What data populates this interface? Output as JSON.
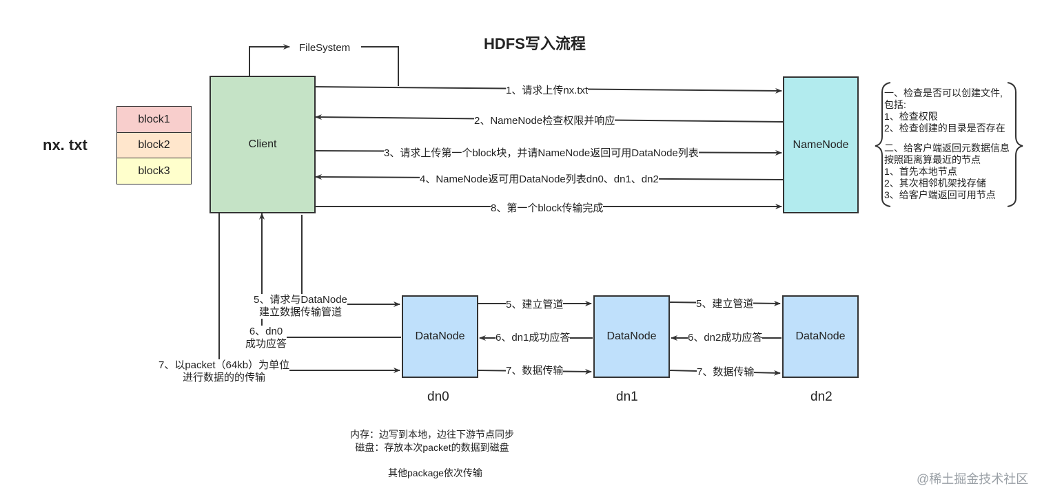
{
  "title": "HDFS写入流程",
  "file_label": "nx. txt",
  "blocks": [
    {
      "label": "block1",
      "color": "#f8cecc"
    },
    {
      "label": "block2",
      "color": "#ffe6cc"
    },
    {
      "label": "block3",
      "color": "#ffffcc"
    }
  ],
  "colors": {
    "client": "#c5e3c6",
    "namenode": "#b2ebee",
    "datanode": "#bfe0fb",
    "stroke": "#333333"
  },
  "client": {
    "label": "Client"
  },
  "namenode": {
    "label": "NameNode"
  },
  "filesystem_label": "FileSystem",
  "datanodes": [
    {
      "label": "DataNode",
      "name": "dn0"
    },
    {
      "label": "DataNode",
      "name": "dn1"
    },
    {
      "label": "DataNode",
      "name": "dn2"
    }
  ],
  "steps": {
    "s1": "1、请求上传nx.txt",
    "s2": "2、NameNode检查权限并响应",
    "s3": "3、请求上传第一个block块，并请NameNode返回可用DataNode列表",
    "s4": "4、NameNode返可用DataNode列表dn0、dn1、dn2",
    "s8": "8、第一个block传输完成",
    "s5_line1": "5、请求与DataNode",
    "s5_line2": "建立数据传输管道",
    "s6_line1": "6、dn0",
    "s6_line2": "成功应答",
    "s7_line1": "7、以packet（64kb）为单位",
    "s7_line2": "进行数据的的传输",
    "pipe1": "5、建立管道",
    "pipe2": "5、建立管道",
    "ack1": "6、dn1成功应答",
    "ack2": "6、dn2成功应答",
    "tx1": "7、数据传输",
    "tx2": "7、数据传输"
  },
  "namenode_notes": [
    "一、检查是否可以创建文件,",
    "包括:",
    "1、检查权限",
    "2、检查创建的目录是否存在",
    "",
    "二、给客户端返回元数据信息",
    "按照距离算最近的节点",
    "1、首先本地节点",
    "2、其次相邻机架找存储",
    "3、给客户端返回可用节点"
  ],
  "bottom_notes": {
    "line1": "内存：边写到本地，边往下游节点同步",
    "line2": "磁盘：存放本次packet的数据到磁盘",
    "line3": "其他package依次传输"
  },
  "watermark": "@稀土掘金技术社区"
}
